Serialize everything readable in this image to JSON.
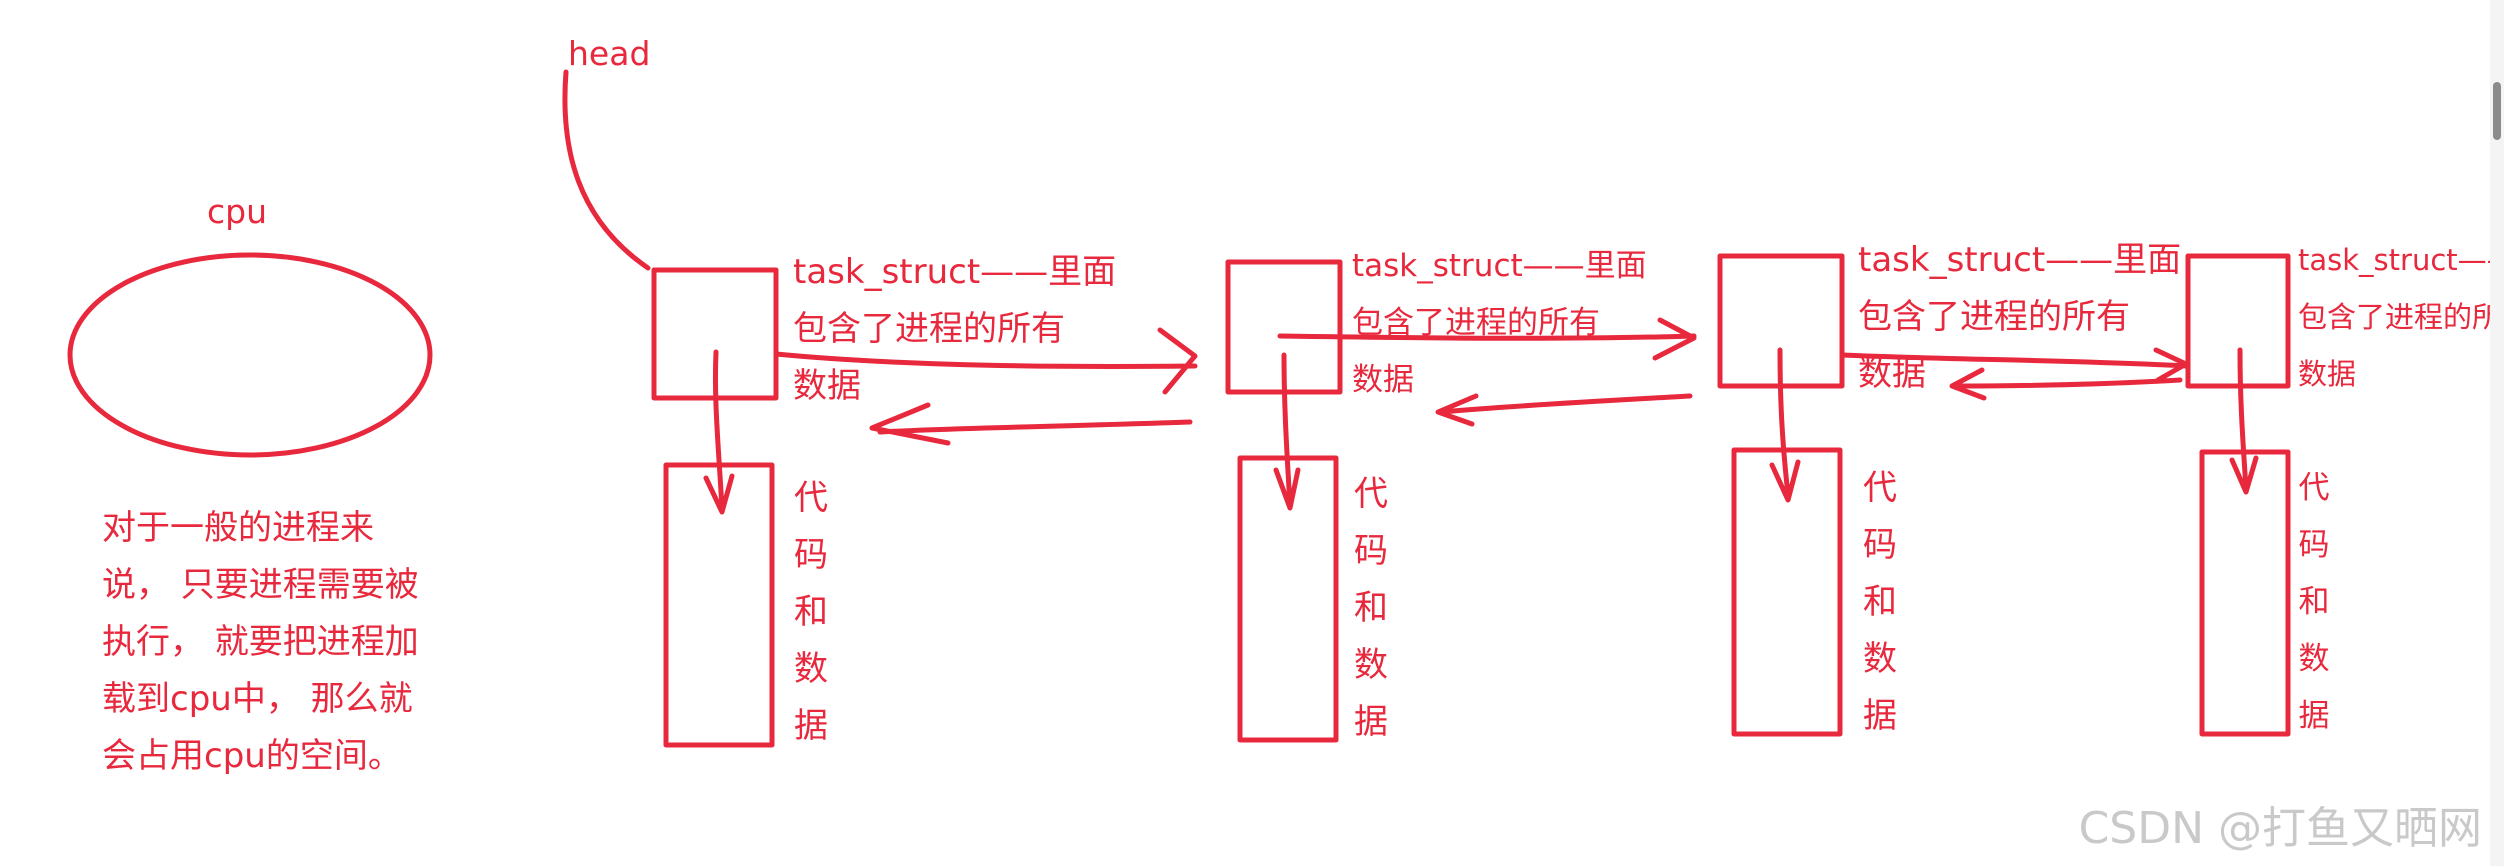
{
  "colors": {
    "ink": "#e8283c",
    "watermark": "#c9c9c9"
  },
  "labels": {
    "head": "head",
    "cpu": "cpu",
    "description": "对于一般的进程来\n说， 只要进程需要被\n执行， 就要把进程加\n载到cpu中， 那么就\n会占用cpu的空间。",
    "watermark": "CSDN @打鱼又晒网"
  },
  "nodes": [
    {
      "task_lines": [
        "task_struct——里面",
        "包含了进程的所有",
        "数据"
      ],
      "code_chars": [
        "代",
        "码",
        "和",
        "数",
        "据"
      ]
    },
    {
      "task_lines": [
        "task_struct——里面",
        "包含了进程的所有",
        "数据"
      ],
      "code_chars": [
        "代",
        "码",
        "和",
        "数",
        "据"
      ]
    },
    {
      "task_lines": [
        "task_struct——里面",
        "包含了进程的所有",
        "数据"
      ],
      "code_chars": [
        "代",
        "码",
        "和",
        "数",
        "据"
      ]
    },
    {
      "task_lines": [
        "task_struct——里面",
        "包含了进程的所有",
        "数据"
      ],
      "code_chars": [
        "代",
        "码",
        "和",
        "数",
        "据"
      ]
    }
  ]
}
